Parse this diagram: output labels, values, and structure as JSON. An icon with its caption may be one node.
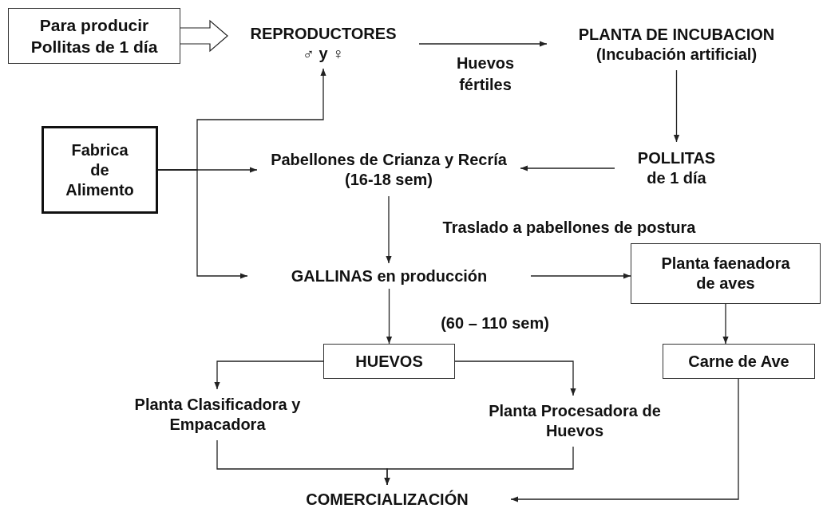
{
  "diagram": {
    "nodes": [
      {
        "text": [
          "Para producir Pollitas de 1 día"
        ]
      },
      {
        "text": [
          "REPRODUCTORES",
          "♂ y ♀"
        ]
      },
      {
        "text": [
          "PLANTA DE INCUBACION",
          "(Incubación artificial)"
        ]
      },
      {
        "text": [
          "Fabrica de Alimento"
        ]
      },
      {
        "text": [
          "Pabellones de Crianza y Recría (16-18 sem)"
        ]
      },
      {
        "text": [
          "POLLITAS",
          "de 1 día"
        ]
      },
      {
        "text": [
          "GALLINAS en producción"
        ]
      },
      {
        "text": [
          "Planta faenadora de aves"
        ]
      },
      {
        "text": [
          "HUEVOS"
        ]
      },
      {
        "text": [
          "Carne de Ave"
        ]
      },
      {
        "text": [
          "Planta Clasificadora y Empacadora"
        ]
      },
      {
        "text": [
          "Planta Procesadora de Huevos"
        ]
      },
      {
        "text": [
          "COMERCIALIZACIÓN"
        ]
      }
    ],
    "edges": [
      {
        "from": 0,
        "to": 1,
        "arrow": "to",
        "style": "thick"
      },
      {
        "from": 1,
        "to": 2,
        "arrow": "to",
        "label": "Huevos fértiles"
      },
      {
        "from": 2,
        "to": 5,
        "arrow": "to"
      },
      {
        "from": 5,
        "to": 4,
        "arrow": "to"
      },
      {
        "from": 3,
        "to": 4,
        "arrow": "to"
      },
      {
        "from": 3,
        "to": 1,
        "arrow": "to"
      },
      {
        "from": 3,
        "to": 6,
        "arrow": "to"
      },
      {
        "from": 4,
        "to": 6,
        "arrow": "to",
        "label": "Traslado a pabellones de postura"
      },
      {
        "from": 6,
        "to": 7,
        "arrow": "to"
      },
      {
        "from": 6,
        "to": 8,
        "arrow": "to"
      },
      {
        "from": 7,
        "to": 9,
        "arrow": "to"
      },
      {
        "from": 8,
        "to": 10,
        "arrow": "to"
      },
      {
        "from": 8,
        "to": 11,
        "arrow": "to"
      },
      {
        "from": 10,
        "to": 12,
        "arrow": "to"
      },
      {
        "from": 11,
        "to": 12,
        "arrow": "to"
      },
      {
        "from": 9,
        "to": 12,
        "arrow": "to"
      }
    ],
    "labels": [
      "(60 – 110 sem)"
    ]
  }
}
